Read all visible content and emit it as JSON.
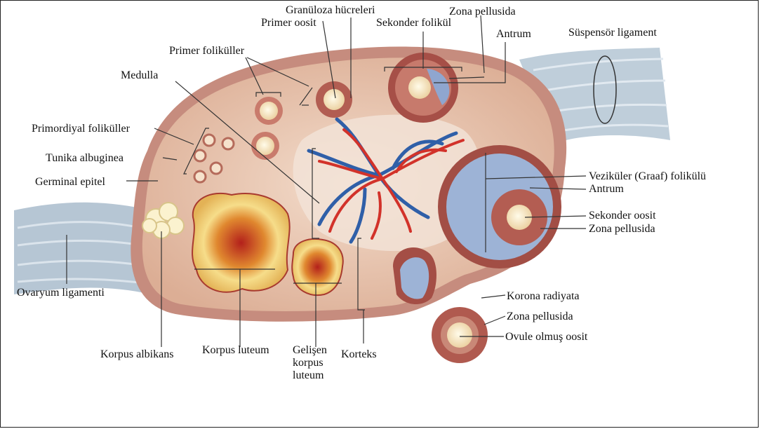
{
  "colors": {
    "tissue": "#e9c2a6",
    "capsule": "#c98f82",
    "ligament": "#9cb2c6",
    "follicle_wall": "#a85b52",
    "antrum": "#9db3d6",
    "corpus_luteum": "#f3d27c",
    "artery": "#d2322a",
    "vein": "#2f5fa8"
  },
  "labels": {
    "granuloza": "Granüloza hücreleri",
    "zona_top": "Zona pellusida",
    "primer_oosit": "Primer oosit",
    "sekonder_folikul": "Sekonder folikül",
    "antrum_top": "Antrum",
    "suspensor": "Süspensör ligament",
    "primer_folikuller": "Primer foliküller",
    "medulla": "Medulla",
    "primordiyal": "Primordiyal foliküller",
    "tunika": "Tunika albuginea",
    "germinal": "Germinal epitel",
    "veziküler": "Veziküler (Graaf) folikülü",
    "antrum_right": "Antrum",
    "sekonder_oosit": "Sekonder oosit",
    "zona_right": "Zona pellusida",
    "ovaryum": "Ovaryum ligamenti",
    "korona": "Korona radiyata",
    "zona_bottom": "Zona pellusida",
    "ovule": "Ovule olmuş oosit",
    "korpus_albikans": "Korpus albikans",
    "korpus_luteum": "Korpus luteum",
    "gelisen": "Gelişen korpus luteum",
    "korteks": "Korteks"
  }
}
